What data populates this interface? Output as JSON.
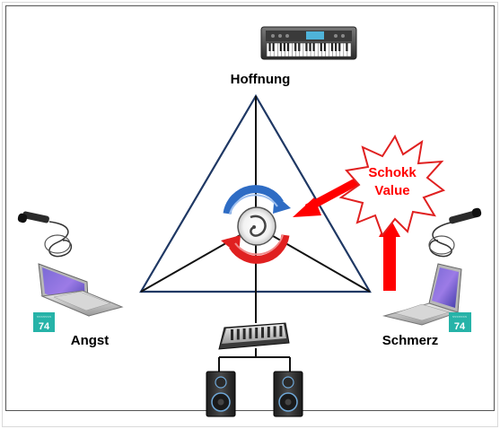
{
  "labels": {
    "top": "Hoffnung",
    "left": "Angst",
    "right": "Schmerz"
  },
  "burst": {
    "line1": "Schokk",
    "line2": "Value"
  },
  "badges": {
    "left_top": "<<<<<<<",
    "left_number": "74",
    "right_top": "<<<<<<<",
    "right_number": "74"
  },
  "icons": {
    "keyboard": "synthesizer-keyboard-icon",
    "left_laptop": "laptop-icon",
    "right_laptop": "laptop-icon",
    "left_microphone": "microphone-icon",
    "right_microphone": "microphone-icon",
    "mixer": "audio-mixer-icon",
    "left_speaker": "studio-monitor-speaker-icon",
    "right_speaker": "studio-monitor-speaker-icon",
    "center": "cycle-arrows-icon"
  },
  "colors": {
    "triangle": "#1f3864",
    "inner_lines": "#000000",
    "red_arrow": "#ff0000",
    "burst_text": "#ff0000",
    "blue_cycle": "#2e6cc4",
    "red_cycle": "#e02020",
    "badge_teal": "#26b3a8"
  }
}
